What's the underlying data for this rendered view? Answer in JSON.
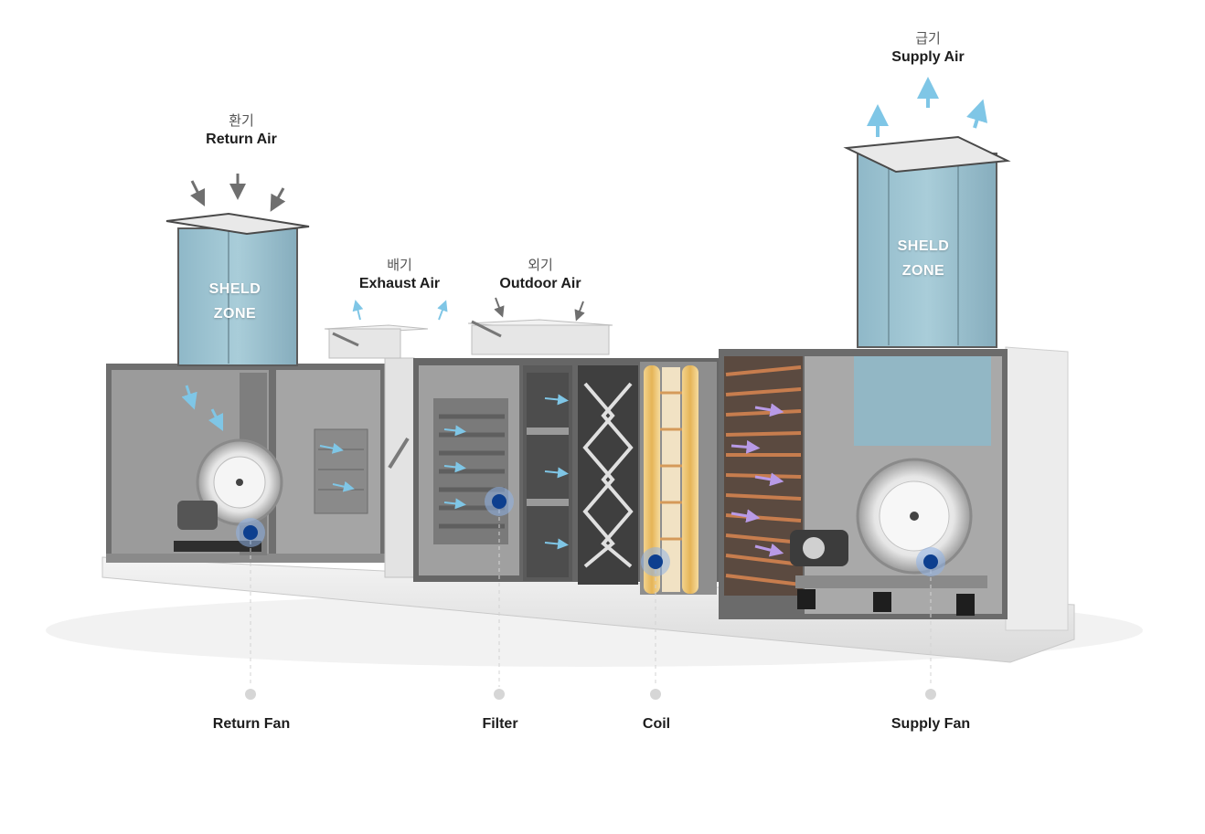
{
  "labels": {
    "return_air": {
      "ko": "환기",
      "en": "Return Air"
    },
    "exhaust_air": {
      "ko": "배기",
      "en": "Exhaust Air"
    },
    "outdoor_air": {
      "ko": "외기",
      "en": "Outdoor Air"
    },
    "supply_air": {
      "ko": "급기",
      "en": "Supply Air"
    }
  },
  "zones": {
    "left": {
      "line1": "SHELD",
      "line2": "ZONE"
    },
    "right": {
      "line1": "SHELD",
      "line2": "ZONE"
    }
  },
  "components": [
    {
      "name": "Return Fan"
    },
    {
      "name": "Filter"
    },
    {
      "name": "Coil"
    },
    {
      "name": "Supply Fan"
    }
  ],
  "colors": {
    "duct": "#9cc3d2",
    "duct_edge": "#4a4a4a",
    "housing": "#8c8c8c",
    "housing_light": "#d9d9d9",
    "marker": "#0d3f8f",
    "marker_ring": "#8fb3e6",
    "airflow": "#7fc6e6",
    "airflow_in": "#777777",
    "copper": "#c77d4e",
    "coil_gold": "#e8b85c",
    "callout_dot": "#d6d6d6"
  }
}
